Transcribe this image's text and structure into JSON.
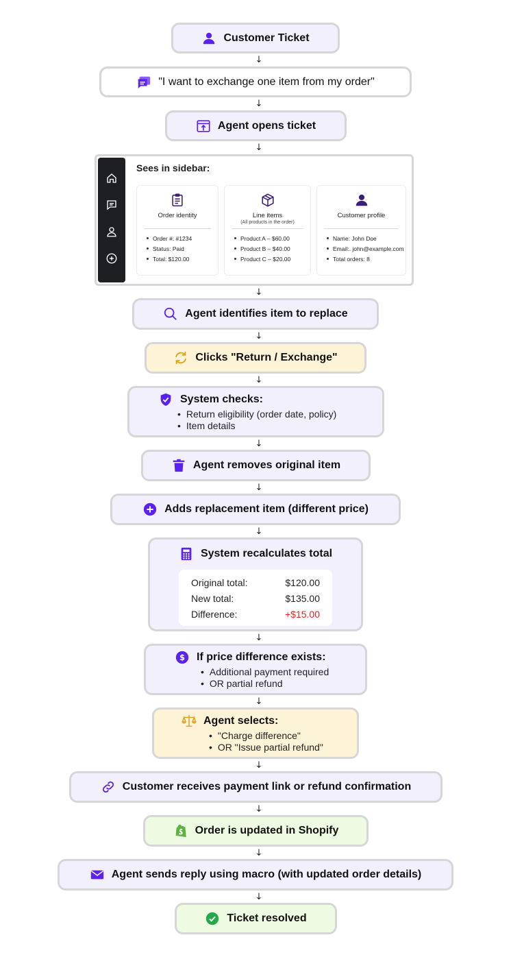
{
  "nodes": {
    "customer_ticket": "Customer Ticket",
    "quote": "\"I want to exchange one item from my order\"",
    "agent_opens": "Agent opens ticket",
    "identifies": "Agent identifies item to replace",
    "clicks": "Clicks \"Return / Exchange\"",
    "system_checks": {
      "title": "System checks:",
      "items": [
        "Return eligibility (order date, policy)",
        "Item details"
      ]
    },
    "removes": "Agent removes original item",
    "adds": "Adds replacement item (different price)",
    "recalc": {
      "title": "System recalculates total",
      "rows": [
        {
          "label": "Original total:",
          "value": "$120.00"
        },
        {
          "label": "New total:",
          "value": "$135.00"
        },
        {
          "label": "Difference:",
          "value": "+$15.00"
        }
      ]
    },
    "price_diff": {
      "title": "If price difference exists:",
      "items": [
        "Additional payment required",
        "OR partial refund"
      ]
    },
    "agent_selects": {
      "title": "Agent selects:",
      "items": [
        "\"Charge difference\"",
        "OR \"Issue partial refund\""
      ]
    },
    "payment_link": "Customer receives payment link or refund confirmation",
    "shopify": "Order is updated in Shopify",
    "macro": "Agent sends reply using macro (with updated order details)",
    "resolved": "Ticket resolved"
  },
  "sidebar": {
    "title": "Sees in sidebar:",
    "rail_icons": [
      "home-icon",
      "chat-icon",
      "user-icon",
      "plus-circle-icon"
    ],
    "cards": [
      {
        "icon": "clipboard-icon",
        "title": "Order identity",
        "subtitle": "",
        "items": [
          "Order #:  #1234",
          "Status:  Paid",
          "Total:  $120.00"
        ]
      },
      {
        "icon": "box-icon",
        "title": "Line items",
        "subtitle": "(All products in the order)",
        "items": [
          "Product A – $60.00",
          "Product B – $40.00",
          "Product C – $20.00"
        ]
      },
      {
        "icon": "user-icon",
        "title": "Customer profile",
        "subtitle": "",
        "items": [
          "Name: John Doe",
          "Email:. john@example.com",
          "Total orders: 8"
        ]
      }
    ]
  },
  "arrow_glyph": "↓",
  "colors": {
    "accent": "#5b21ee",
    "lavender": "#f3f0fe",
    "yellow": "#fdf3d6",
    "green": "#eefbe2",
    "border": "#d6d6d8",
    "negative": "#e02424",
    "shopify": "#5eb33f",
    "success": "#22a84a",
    "gold": "#e3a11a"
  }
}
